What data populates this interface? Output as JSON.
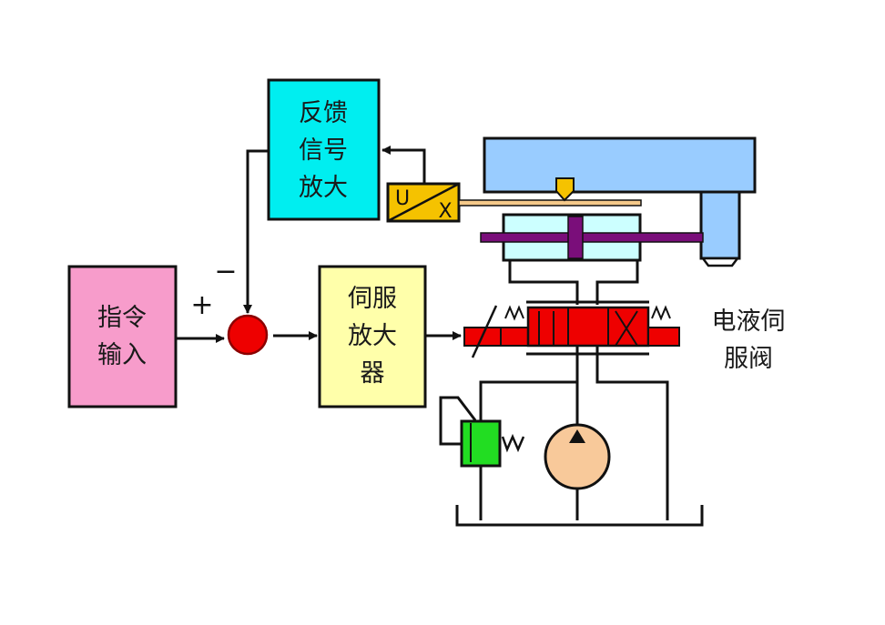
{
  "diagram": {
    "type": "electro-hydraulic servo control block diagram",
    "blocks": {
      "command_input": {
        "lines": [
          "指令",
          "输入"
        ],
        "color": "#F79CCB"
      },
      "feedback_amp": {
        "lines": [
          "反馈",
          "信号",
          "放大"
        ],
        "color": "#00EEF0"
      },
      "servo_amp": {
        "lines": [
          "伺服",
          "放大",
          "器"
        ],
        "color": "#FFFFAA"
      },
      "summing_junction": {
        "color": "#EE0000"
      },
      "transducer": {
        "text_u": "U",
        "text_x": "X",
        "color": "#F5C200"
      },
      "servo_valve": {
        "lines": [
          "电液伺",
          "服阀"
        ],
        "color": "#EE0000"
      },
      "relief_valve": {
        "color": "#22DD22"
      },
      "pump": {
        "color": "#F8C99A"
      },
      "load_table": {
        "color": "#99CCFF"
      },
      "cylinder": {
        "color": "#CCFFFF",
        "rod_color": "#7A0E7A"
      }
    },
    "signs": {
      "plus": "+",
      "minus": "−"
    },
    "edges": [
      {
        "from": "command_input",
        "to": "summing_junction",
        "sign": "+"
      },
      {
        "from": "feedback_amp",
        "to": "summing_junction",
        "sign": "−"
      },
      {
        "from": "summing_junction",
        "to": "servo_amp"
      },
      {
        "from": "servo_amp",
        "to": "servo_valve"
      },
      {
        "from": "transducer",
        "to": "feedback_amp"
      },
      {
        "from": "servo_valve",
        "to": "cylinder"
      },
      {
        "from": "pump",
        "to": "servo_valve"
      }
    ]
  }
}
